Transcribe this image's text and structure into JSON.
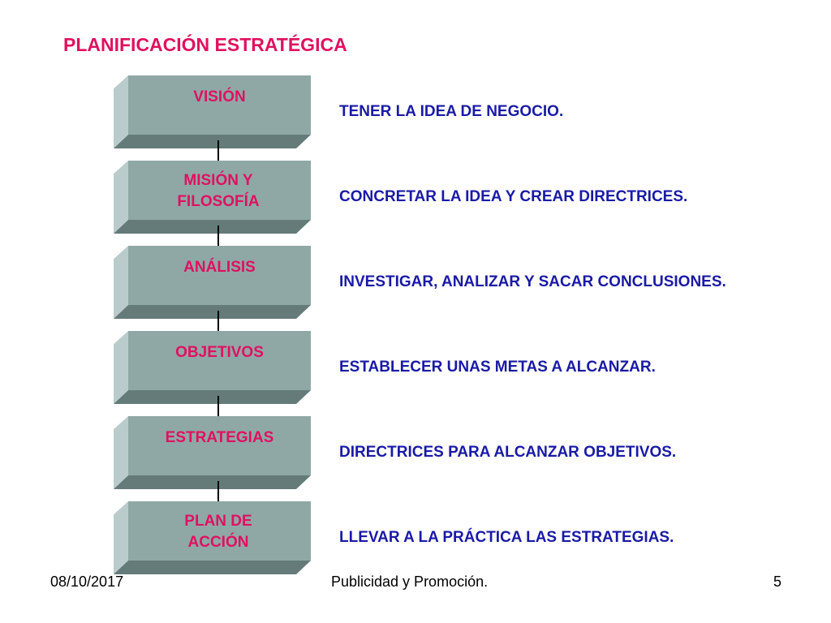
{
  "title": "PLANIFICACIÓN ESTRATÉGICA",
  "colors": {
    "title": "#e0115f",
    "step_label": "#e0115f",
    "description": "#1a1aa6",
    "box_face": "#8fa8a6"
  },
  "steps": [
    {
      "label": "VISIÓN",
      "description": "TENER LA IDEA DE NEGOCIO."
    },
    {
      "label": "MISIÓN Y FILOSOFÍA",
      "description": "CONCRETAR LA IDEA Y CREAR DIRECTRICES."
    },
    {
      "label": "ANÁLISIS",
      "description": "INVESTIGAR, ANALIZAR Y SACAR CONCLUSIONES."
    },
    {
      "label": "OBJETIVOS",
      "description": "ESTABLECER UNAS METAS A ALCANZAR."
    },
    {
      "label": "ESTRATEGIAS",
      "description": "DIRECTRICES PARA ALCANZAR OBJETIVOS."
    },
    {
      "label": "PLAN DE ACCIÓN",
      "description": "LLEVAR A LA PRÁCTICA LAS ESTRATEGIAS."
    }
  ],
  "footer": {
    "date": "08/10/2017",
    "center": "Publicidad y Promoción.",
    "page_number": "5"
  }
}
